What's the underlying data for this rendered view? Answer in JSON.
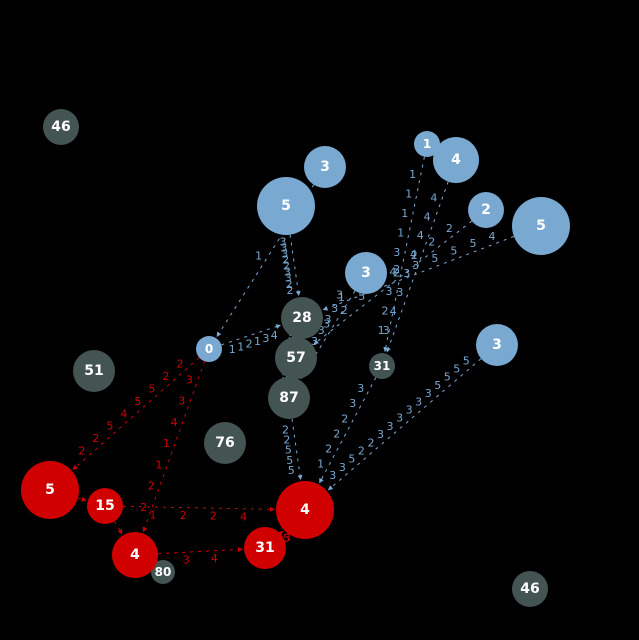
{
  "colors": {
    "background": "#000000",
    "blue": "#79a8d0",
    "gray": "#445452",
    "red": "#d00000",
    "text": "#ffffff"
  },
  "nodes": [
    {
      "id": "n46a",
      "label": "46",
      "group": "gray"
    },
    {
      "id": "n46b",
      "label": "46",
      "group": "gray"
    },
    {
      "id": "n51",
      "label": "51",
      "group": "gray"
    },
    {
      "id": "n76",
      "label": "76",
      "group": "gray"
    },
    {
      "id": "n80",
      "label": "80",
      "group": "gray"
    },
    {
      "id": "n28",
      "label": "28",
      "group": "gray"
    },
    {
      "id": "n57",
      "label": "57",
      "group": "gray"
    },
    {
      "id": "n87",
      "label": "87",
      "group": "gray"
    },
    {
      "id": "n31g",
      "label": "31",
      "group": "gray"
    },
    {
      "id": "b1",
      "label": "1",
      "group": "blue"
    },
    {
      "id": "b4",
      "label": "4",
      "group": "blue"
    },
    {
      "id": "b3a",
      "label": "3",
      "group": "blue"
    },
    {
      "id": "b5a",
      "label": "5",
      "group": "blue"
    },
    {
      "id": "b2",
      "label": "2",
      "group": "blue"
    },
    {
      "id": "b5b",
      "label": "5",
      "group": "blue"
    },
    {
      "id": "b3b",
      "label": "3",
      "group": "blue"
    },
    {
      "id": "b3c",
      "label": "3",
      "group": "blue"
    },
    {
      "id": "b0",
      "label": "0",
      "group": "blue"
    },
    {
      "id": "r5",
      "label": "5",
      "group": "red"
    },
    {
      "id": "r15",
      "label": "15",
      "group": "red"
    },
    {
      "id": "r4a",
      "label": "4",
      "group": "red"
    },
    {
      "id": "r31",
      "label": "31",
      "group": "red"
    },
    {
      "id": "r4b",
      "label": "4",
      "group": "red"
    }
  ],
  "edges": [
    {
      "from": "b1",
      "to": "n31g",
      "group": "blue",
      "labels": [
        "1",
        "1",
        "1",
        "1",
        "3",
        "4",
        "3",
        "2",
        "1"
      ]
    },
    {
      "from": "b4",
      "to": "n31g",
      "group": "blue",
      "labels": [
        "4",
        "4",
        "4",
        "4",
        "3",
        "3",
        "4",
        "3"
      ]
    },
    {
      "from": "b5a",
      "to": "n28",
      "group": "blue",
      "labels": [
        "3",
        "3",
        "3",
        "2",
        "2",
        "3",
        "3",
        "2",
        "2"
      ]
    },
    {
      "from": "b2",
      "to": "n57",
      "group": "blue",
      "labels": [
        "2",
        "2",
        "2",
        "2",
        "3",
        "5",
        "2",
        "3"
      ]
    },
    {
      "from": "b5b",
      "to": "n28",
      "group": "blue",
      "labels": [
        "4",
        "5",
        "5",
        "5",
        "3",
        "2",
        "4",
        "3",
        "3"
      ]
    },
    {
      "from": "b3a",
      "to": "b0",
      "group": "blue",
      "labels": [
        "1"
      ]
    },
    {
      "from": "b3b",
      "to": "n87",
      "group": "blue",
      "labels": [
        "1",
        "3",
        "3",
        "3",
        "3",
        "1",
        "3"
      ]
    },
    {
      "from": "b3c",
      "to": "r4b",
      "group": "blue",
      "labels": [
        "5",
        "5",
        "5",
        "5",
        "3",
        "3",
        "3",
        "3",
        "3",
        "3",
        "2",
        "2",
        "5",
        "3",
        "3"
      ]
    },
    {
      "from": "b0",
      "to": "n28",
      "group": "blue",
      "labels": [
        "1",
        "1",
        "2",
        "1",
        "3",
        "4"
      ]
    },
    {
      "from": "n28",
      "to": "n57",
      "group": "blue",
      "labels": [
        "3",
        "5",
        "3"
      ]
    },
    {
      "from": "n57",
      "to": "n87",
      "group": "blue",
      "labels": [
        "5",
        "3"
      ]
    },
    {
      "from": "n87",
      "to": "r4b",
      "group": "blue",
      "labels": [
        "2",
        "2",
        "5",
        "5",
        "5"
      ]
    },
    {
      "from": "n31g",
      "to": "r4b",
      "group": "blue",
      "labels": [
        "3",
        "3",
        "2",
        "2",
        "2",
        "1"
      ]
    },
    {
      "from": "b0",
      "to": "r5",
      "group": "red",
      "labels": [
        "2",
        "2",
        "5",
        "5",
        "4",
        "5",
        "2",
        "2"
      ]
    },
    {
      "from": "b0",
      "to": "r4a",
      "group": "red",
      "labels": [
        "3",
        "3",
        "4",
        "1",
        "1",
        "2",
        "2"
      ]
    },
    {
      "from": "r5",
      "to": "r15",
      "group": "red",
      "labels": []
    },
    {
      "from": "r15",
      "to": "r4a",
      "group": "red",
      "labels": []
    },
    {
      "from": "r15",
      "to": "r4b",
      "group": "red",
      "labels": [
        "1",
        "2",
        "2",
        "4"
      ]
    },
    {
      "from": "r4a",
      "to": "r31",
      "group": "red",
      "labels": [
        "3",
        "4"
      ]
    },
    {
      "from": "r31",
      "to": "r4b",
      "group": "red",
      "labels": [
        "5",
        "3"
      ]
    }
  ]
}
